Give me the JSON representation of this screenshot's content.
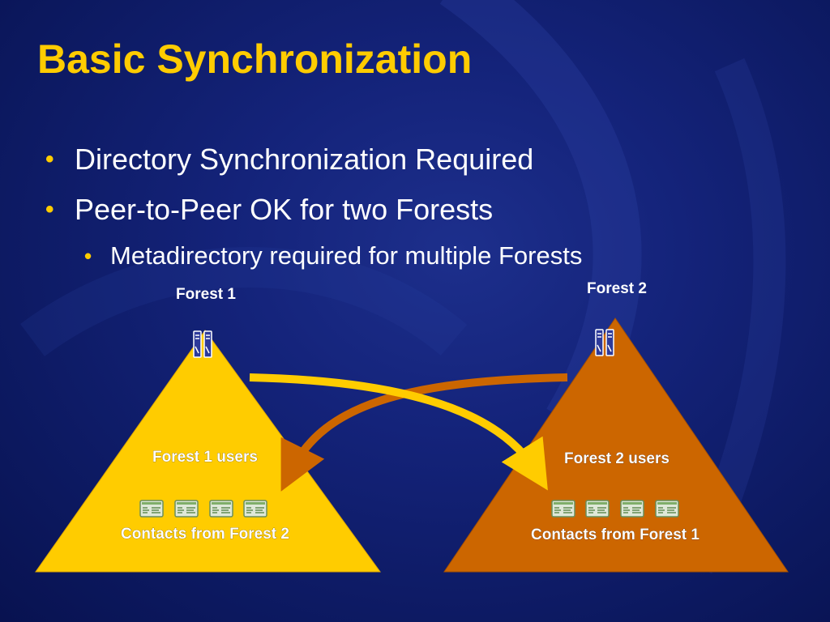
{
  "slide": {
    "title": "Basic Synchronization",
    "bullets": [
      {
        "text": "Directory Synchronization Required",
        "level": 1
      },
      {
        "text": "Peer-to-Peer OK for two Forests",
        "level": 1
      },
      {
        "text": "Metadirectory required for multiple Forests",
        "level": 2
      }
    ]
  },
  "diagram": {
    "forest1": {
      "label": "Forest 1",
      "users_label": "Forest 1  users",
      "contacts_label": "Contacts from Forest 2",
      "color": "#ffcc00"
    },
    "forest2": {
      "label": "Forest 2",
      "users_label": "Forest 2 users",
      "contacts_label": "Contacts from Forest 1",
      "color": "#cc6600"
    },
    "icons": {
      "server": "domain-controller-icon",
      "contact": "contact-card-icon"
    }
  },
  "colors": {
    "background": "#14237a",
    "title": "#ffcc00",
    "bullet_text": "#ffffff",
    "arrow_1_to_2": "#ffcc00",
    "arrow_2_to_1": "#cc6600"
  }
}
